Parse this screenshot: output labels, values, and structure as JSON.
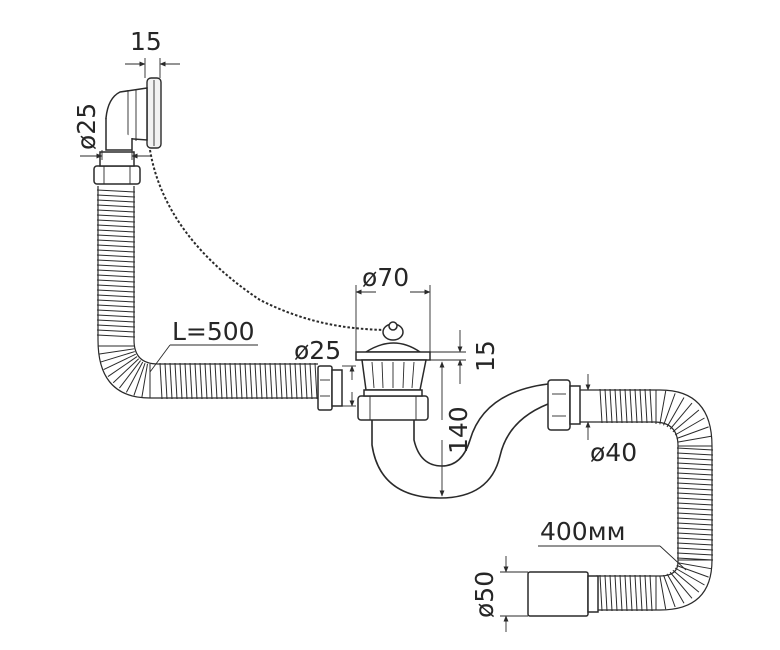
{
  "drawing": {
    "title": "",
    "background": "#ffffff",
    "line_color": "#2a2a2a",
    "dimensions": {
      "overflow_depth": "15",
      "overflow_diameter": "ø25",
      "hose_length": "L=500",
      "inlet_diameter": "ø25",
      "drain_diameter": "ø70",
      "drain_depth": "15",
      "trap_height": "140",
      "outlet_diameter": "ø40",
      "outlet_hose_length": "400мм",
      "outlet_connector_diameter": "ø50"
    }
  }
}
